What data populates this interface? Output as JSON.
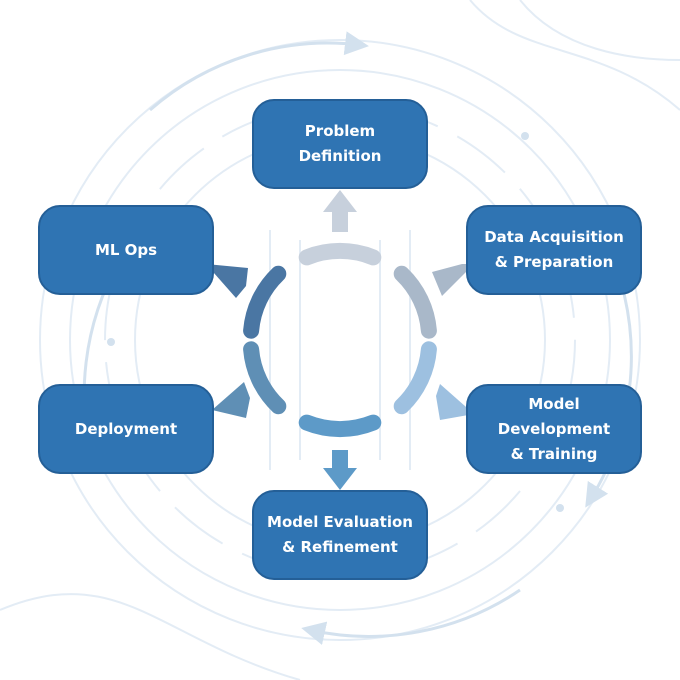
{
  "stages": [
    {
      "lines": [
        "Problem",
        "Definition"
      ]
    },
    {
      "lines": [
        "Data Acquisition",
        "& Preparation"
      ]
    },
    {
      "lines": [
        "Model Development",
        "& Training"
      ]
    },
    {
      "lines": [
        "Model Evaluation",
        "& Refinement"
      ]
    },
    {
      "lines": [
        "Deployment"
      ]
    },
    {
      "lines": [
        "ML Ops"
      ]
    }
  ],
  "colors": {
    "box_fill": "#2f74b3",
    "box_border": "#245f97",
    "box_text": "#ffffff",
    "background_lines": "#dde8f3",
    "segment_shades": [
      "#c7d0dc",
      "#a9b8c9",
      "#9dc0e0",
      "#5d9ac8",
      "#5f8fb5",
      "#4a76a3"
    ]
  }
}
